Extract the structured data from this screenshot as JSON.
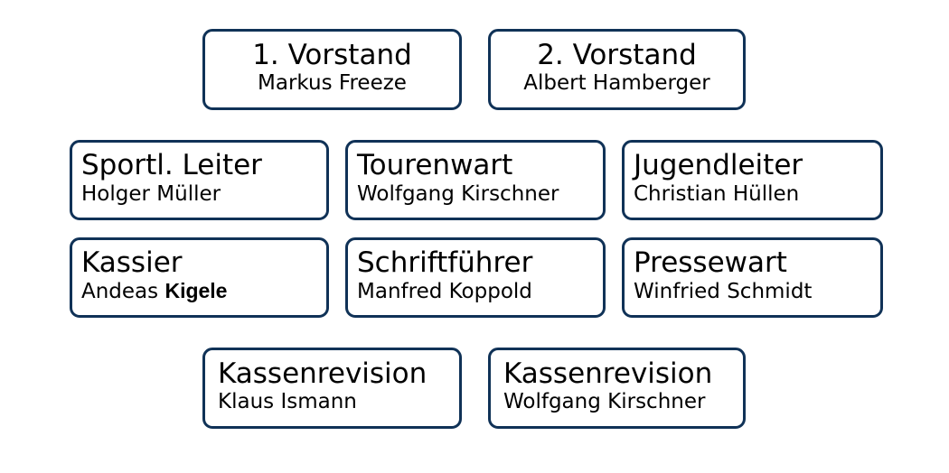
{
  "chart": {
    "type": "org-chart",
    "border_color": "#103257",
    "background_color": "#ffffff",
    "text_color": "#000000",
    "rows": [
      {
        "align": "center",
        "boxes": [
          {
            "title": "1. Vorstand",
            "name": "Markus Freeze"
          },
          {
            "title": "2. Vorstand",
            "name": "Albert Hamberger"
          }
        ]
      },
      {
        "align": "left",
        "boxes": [
          {
            "title": "Sportl. Leiter",
            "name": "Holger Müller"
          },
          {
            "title": "Tourenwart",
            "name": "Wolfgang Kirschner"
          },
          {
            "title": "Jugendleiter",
            "name": "Christian Hüllen"
          }
        ]
      },
      {
        "align": "left",
        "boxes": [
          {
            "title": "Kassier",
            "name_part1": "Andeas ",
            "name_part2": "Kigele"
          },
          {
            "title": "Schriftführer",
            "name": "Manfred Koppold"
          },
          {
            "title": "Pressewart",
            "name": "Winfried Schmidt"
          }
        ]
      },
      {
        "align": "left",
        "boxes": [
          {
            "title": "Kassenrevision",
            "name": "Klaus Ismann"
          },
          {
            "title": "Kassenrevision",
            "name": "Wolfgang Kirschner"
          }
        ]
      }
    ]
  }
}
